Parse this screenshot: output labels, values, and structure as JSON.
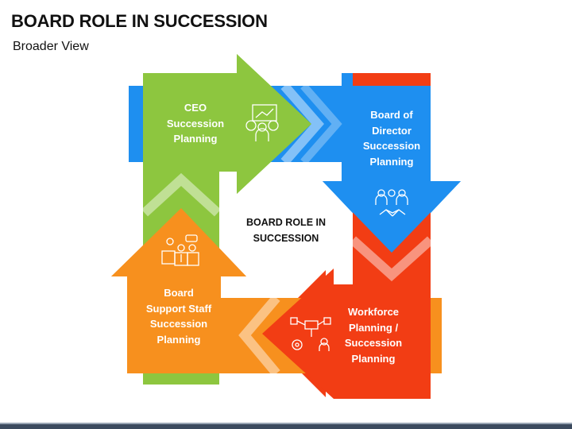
{
  "title": "BOARD ROLE IN SUCCESSION",
  "subtitle": "Broader View",
  "center_label": "BOARD ROLE IN\nSUCCESSION",
  "steps": [
    {
      "label": "CEO\nSuccession\nPlanning",
      "color": "#8dc63f",
      "icon": "finance-people-icon"
    },
    {
      "label": "Board of\nDirector\nSuccession\nPlanning",
      "color": "#1e8ff0",
      "icon": "handshake-team-icon"
    },
    {
      "label": "Workforce\nPlanning /\nSuccession\nPlanning",
      "color": "#f23d14",
      "icon": "workflow-gear-icon"
    },
    {
      "label": "Board\nSupport Staff\nSuccession\nPlanning",
      "color": "#f7901e",
      "icon": "team-discussion-icon"
    }
  ]
}
